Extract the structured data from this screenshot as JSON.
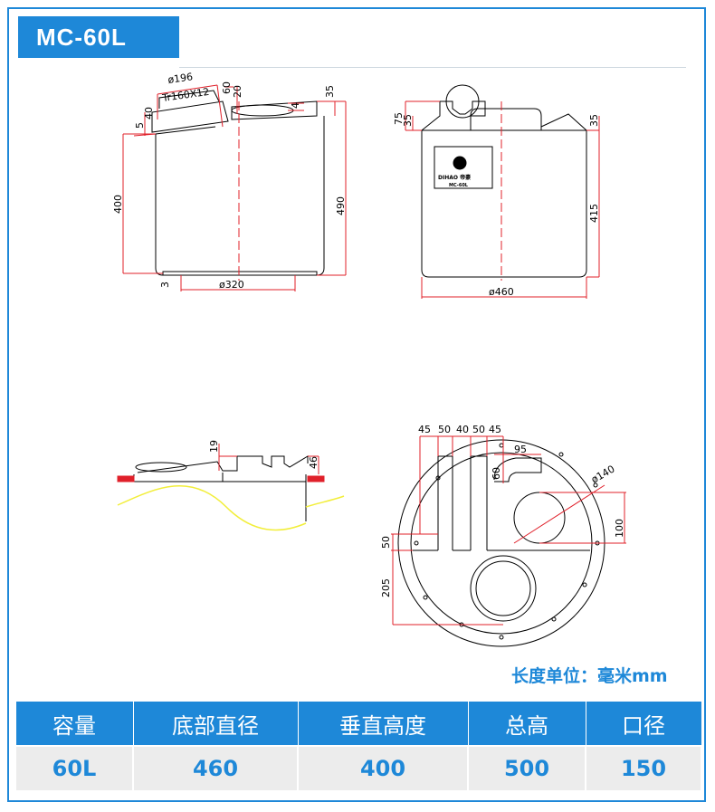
{
  "header": {
    "title": "MC-60L"
  },
  "front_view": {
    "lid_diameter": "ø196",
    "thread": "Tr160X12",
    "dim_60": "60",
    "dim_20": "20",
    "dim_35": "35",
    "dim_4": "4",
    "dim_5": "5",
    "dim_40": "40",
    "height_400": "400",
    "height_490": "490",
    "dim_3": "3",
    "base_diameter": "ø320"
  },
  "side_view": {
    "dim_75": "75",
    "dim_35_left": "35",
    "dim_35_right": "35",
    "height_415": "415",
    "diameter_460": "ø460",
    "label_brand": "DIHAO 帝豪",
    "label_model": "MC-60L"
  },
  "section_view": {
    "dim_19": "19",
    "dim_46": "46"
  },
  "top_view": {
    "top_dims": [
      "45",
      "50",
      "40",
      "50",
      "45"
    ],
    "dim_95": "95",
    "dim_60": "60",
    "hole_diameter": "ø140",
    "dim_100": "100",
    "dim_50": "50",
    "dim_205": "205"
  },
  "unit_note": "长度单位：毫米mm",
  "specs": {
    "headers": [
      "容量",
      "底部直径",
      "垂直高度",
      "总高",
      "口径"
    ],
    "values": [
      "60L",
      "460",
      "400",
      "500",
      "150"
    ]
  },
  "colors": {
    "accent": "#1e88d8",
    "dim_red": "#e0202a",
    "cell_bg": "#ececec"
  }
}
